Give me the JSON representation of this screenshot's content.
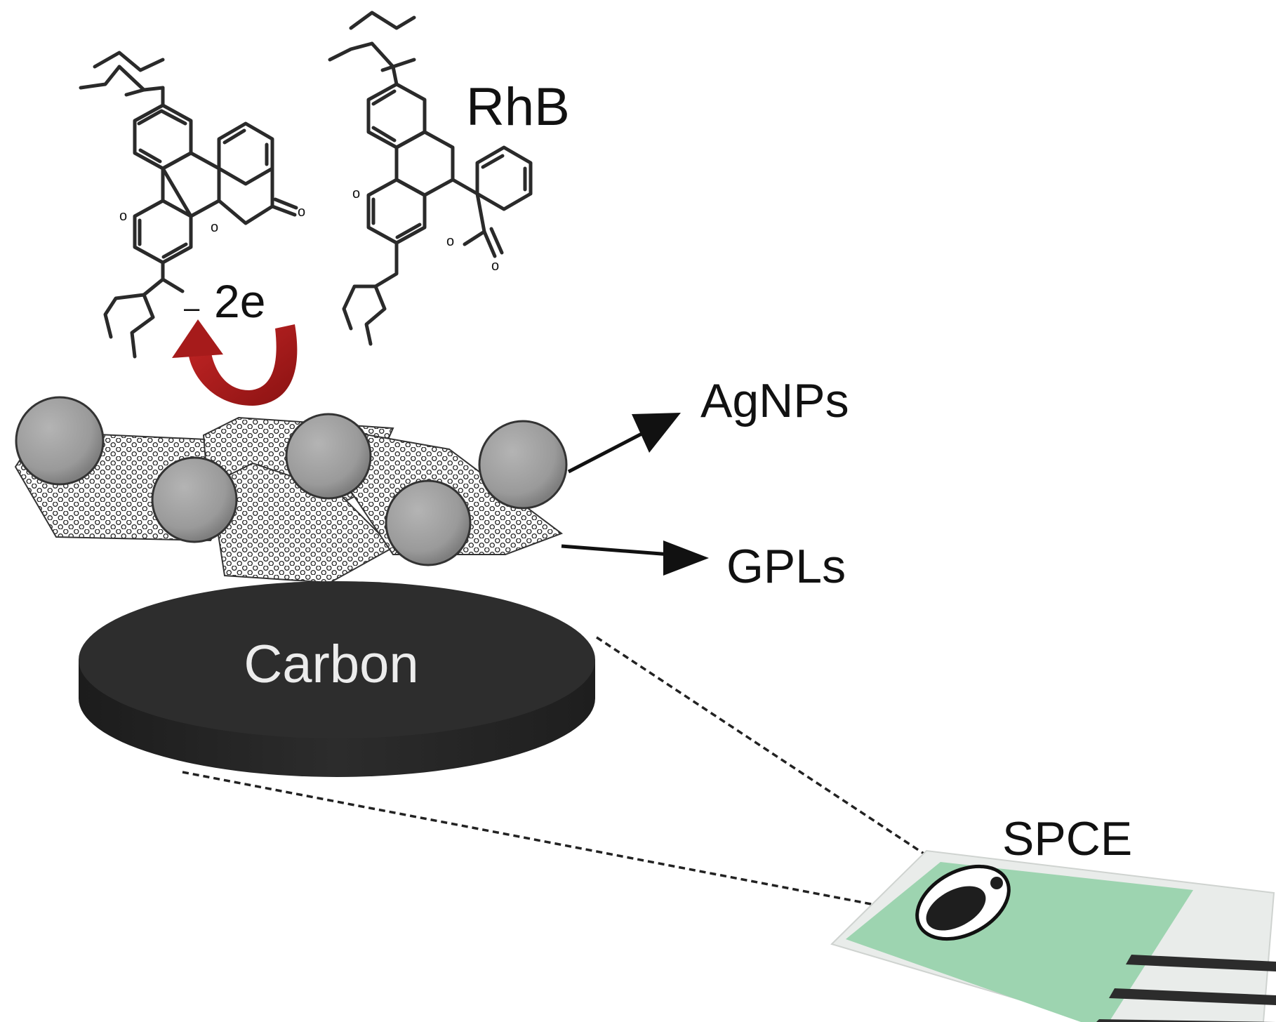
{
  "labels": {
    "molecule": "RhB",
    "electrons": "2e",
    "electron_sign": "–",
    "nanoparticles": "AgNPs",
    "graphene": "GPLs",
    "electrode_surface": "Carbon",
    "device": "SPCE"
  },
  "colors": {
    "arrow_red": "#a61b1b",
    "sphere_gray": "#9a9a9a",
    "carbon_disk": "#2b2b2b",
    "spce_green": "#9dd4b0",
    "spce_base": "#e9ecea"
  },
  "icons": {
    "molecule": "rhodamine-b-structure",
    "electron_transfer": "curved-arrow",
    "nanoparticle": "silver-sphere",
    "graphene": "hexagonal-lattice"
  }
}
